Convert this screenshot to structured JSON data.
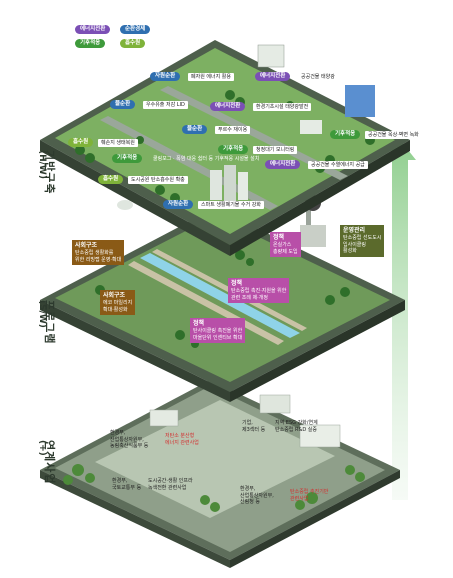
{
  "legend": [
    {
      "label": "에너지전환",
      "color": "#7b4fb5"
    },
    {
      "label": "순환경제",
      "color": "#2f6fb0"
    },
    {
      "label": "기후적응",
      "color": "#3e9a3b"
    },
    {
      "label": "흡수원",
      "color": "#7fb33a"
    }
  ],
  "layers": {
    "hw": {
      "title": "기반구축",
      "sub": "(H/W)"
    },
    "sw": {
      "title": "프로그램",
      "sub": "(S/W)"
    },
    "plus": {
      "title": "연계사업",
      "sub": "(+)"
    }
  },
  "hw_items": [
    {
      "pill": "자원순환",
      "color": "#2f6fb0",
      "text": "폐자원 에너지 활용"
    },
    {
      "pill": "에너지전환",
      "color": "#7b4fb5",
      "text": "공공건물 태양광"
    },
    {
      "pill": "물순환",
      "color": "#2f6fb0",
      "text": "우수유출 저감 LID"
    },
    {
      "pill": "에너지전환",
      "color": "#7b4fb5",
      "text": "환경기초시설 태양광발전"
    },
    {
      "pill": "흡수원",
      "color": "#7fb33a",
      "text": "훼손지 생태복원"
    },
    {
      "pill": "물순환",
      "color": "#2f6fb0",
      "text": "푸르수 재이용"
    },
    {
      "pill": "기후적응",
      "color": "#3e9a3b",
      "text": "공공건물 옥상·벽면 녹화"
    },
    {
      "pill": "기후적응",
      "color": "#3e9a3b",
      "text": "쿨링포그 · 폭염 대응 쉼터 등 기후적응 시설물 설치"
    },
    {
      "pill": "에너지전환",
      "color": "#7b4fb5",
      "text": "공공건물 수열에너지 공급"
    },
    {
      "pill": "흡수원",
      "color": "#7fb33a",
      "text": "도시공원 탄소흡수원 확충"
    },
    {
      "pill": "자원순환",
      "color": "#2f6fb0",
      "text": "스마트 생활폐기물 수거 강화"
    },
    {
      "pill": "기후적응",
      "color": "#3e9a3b",
      "text": "청정대기 모니터링"
    }
  ],
  "sw_items": [
    {
      "title": "사회구조",
      "color": "#8a5a16",
      "lines": [
        "탄소중립 생활화를",
        "위한 리빙랩 운영·확대"
      ]
    },
    {
      "title": "사회구조",
      "color": "#8a5a16",
      "lines": [
        "에코 마일리지",
        "확대·활성화"
      ]
    },
    {
      "title": "정책",
      "color": "#b84fa8",
      "lines": [
        "온실가스",
        "총량제 도입"
      ]
    },
    {
      "title": "운영관리",
      "color": "#5b6a2c",
      "lines": [
        "탄소중립 선도도시",
        "입사이클링",
        "활성화"
      ]
    },
    {
      "title": "정책",
      "color": "#b84fa8",
      "lines": [
        "탄소중립 촉진·지원을 위한",
        "관련 조례 제·개정"
      ]
    },
    {
      "title": "정책",
      "color": "#b84fa8",
      "lines": [
        "탄사이클링 촉진을 위한",
        "마을단위 인센티브 확대"
      ]
    }
  ],
  "plus_items": [
    {
      "agency": [
        "환경부,",
        "산업통상자원부,",
        "농림축산식품부 등"
      ],
      "project": [
        "저탄소 분산형",
        "에너지 관련사업"
      ]
    },
    {
      "agency": [
        "기업,",
        "제3섹터 등"
      ],
      "project": [
        "지역 ESG 강화/연계",
        "탄소중립 R&D 실증"
      ]
    },
    {
      "agency": [
        "환경부,",
        "국토교통부 등"
      ],
      "project": [
        "도시공간·생활 인프라",
        "녹색전환 관련사업"
      ]
    },
    {
      "agency": [
        "환경부,",
        "산업통상자원부,",
        "산림청 등"
      ],
      "project": [
        "탄소중립 추진기반",
        "관련사업"
      ]
    }
  ]
}
